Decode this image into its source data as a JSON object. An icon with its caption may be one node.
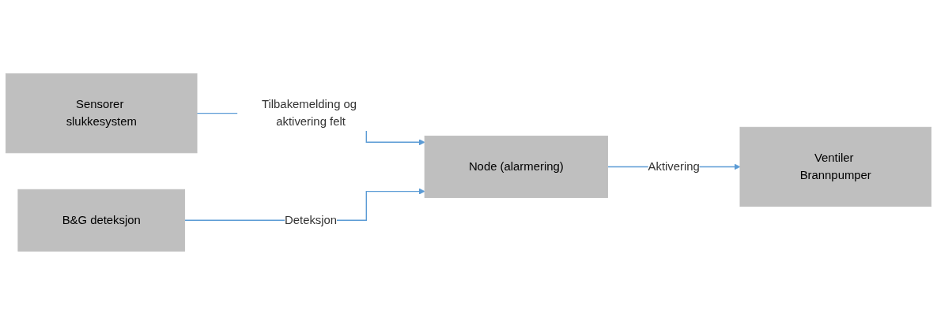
{
  "diagram": {
    "nodes": [
      {
        "text": [
          "Sensorer slukkesystem"
        ]
      },
      {
        "text": [
          "B&G deteksjon"
        ]
      },
      {
        "text": [
          "Node (alarmering)"
        ]
      },
      {
        "text": [
          "Ventiler Brannpumper"
        ]
      }
    ],
    "edges": [
      {
        "from": 0,
        "to": 2,
        "arrow": "to",
        "label": "Tilbakemelding og aktivering felt"
      },
      {
        "from": 1,
        "to": 2,
        "arrow": "to",
        "label": "Deteksjon"
      },
      {
        "from": 2,
        "to": 3,
        "arrow": "to",
        "label": "Aktivering"
      }
    ]
  }
}
